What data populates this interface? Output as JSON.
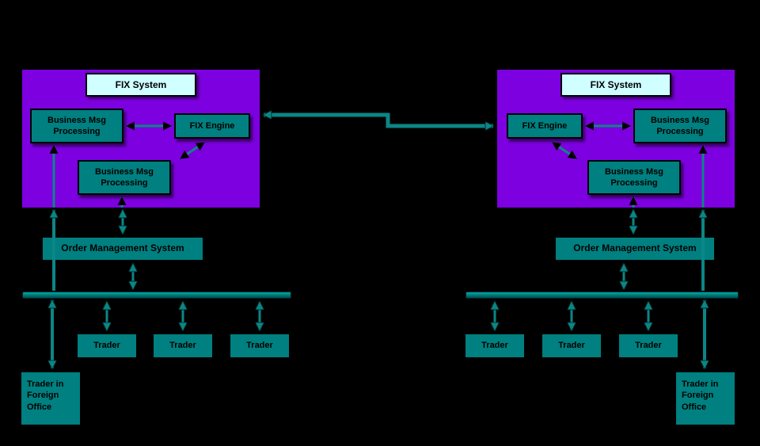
{
  "labels": {
    "fix_system": "FIX System",
    "business_msg_processing": "Business Msg Processing",
    "fix_engine": "FIX Engine",
    "order_management_system": "Order Management System",
    "trader": "Trader",
    "trader_in_foreign_office": "Trader in Foreign Office"
  },
  "colors": {
    "background": "#000000",
    "fix_system_panel": "#7D00E0",
    "fix_system_title_fill": "#CFFFFF",
    "node_fill": "#008080",
    "connector": "#0B8686",
    "text": "#000000"
  }
}
